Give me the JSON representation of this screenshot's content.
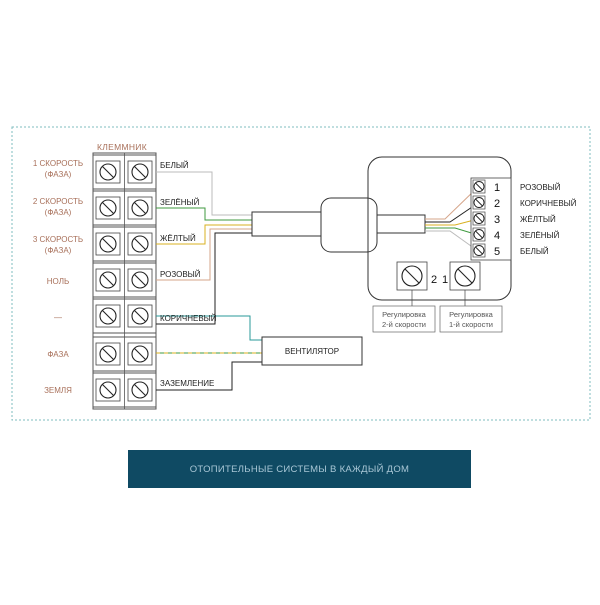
{
  "terminal_block": {
    "title": "КЛЕММНИК",
    "rows": [
      {
        "label_line1": "1 СКОРОСТЬ",
        "label_line2": "(ФАЗА)",
        "wire": "БЕЛЫЙ"
      },
      {
        "label_line1": "2 СКОРОСТЬ",
        "label_line2": "(ФАЗА)",
        "wire": "ЗЕЛЁНЫЙ"
      },
      {
        "label_line1": "3 СКОРОСТЬ",
        "label_line2": "(ФАЗА)",
        "wire": "ЖЁЛТЫЙ"
      },
      {
        "label_line1": "НОЛЬ",
        "label_line2": "",
        "wire": "РОЗОВЫЙ"
      },
      {
        "label_line1": "—",
        "label_line2": "",
        "wire": "КОРИЧНЕВЫЙ"
      },
      {
        "label_line1": "ФАЗА",
        "label_line2": "",
        "wire": ""
      },
      {
        "label_line1": "ЗЕМЛЯ",
        "label_line2": "",
        "wire": "ЗАЗЕМЛЕНИЕ"
      }
    ]
  },
  "fan": {
    "label": "ВЕНТИЛЯТОР"
  },
  "controller": {
    "pins": [
      {
        "num": "1",
        "wire": "РОЗОВЫЙ"
      },
      {
        "num": "2",
        "wire": "КОРИЧНЕВЫЙ"
      },
      {
        "num": "3",
        "wire": "ЖЁЛТЫЙ"
      },
      {
        "num": "4",
        "wire": "ЗЕЛЁНЫЙ"
      },
      {
        "num": "5",
        "wire": "БЕЛЫЙ"
      }
    ],
    "pots": [
      {
        "num": "2",
        "line1": "Регулировка",
        "line2": "2-й скорости"
      },
      {
        "num": "1",
        "line1": "Регулировка",
        "line2": "1-й скорости"
      }
    ]
  },
  "banner": {
    "text": "ОТОПИТЕЛЬНЫЕ СИСТЕМЫ В КАЖДЫЙ ДОМ",
    "color": "#0f4a63"
  },
  "colors": {
    "frame": "#7fbcbf",
    "white_wire": "#bbbbbb",
    "green_wire": "#3f9a3f",
    "yellow_wire": "#d8b020",
    "pink_wire": "#d6a58a",
    "brown_wire": "#222222",
    "teal_wire": "#2a9a9a"
  }
}
